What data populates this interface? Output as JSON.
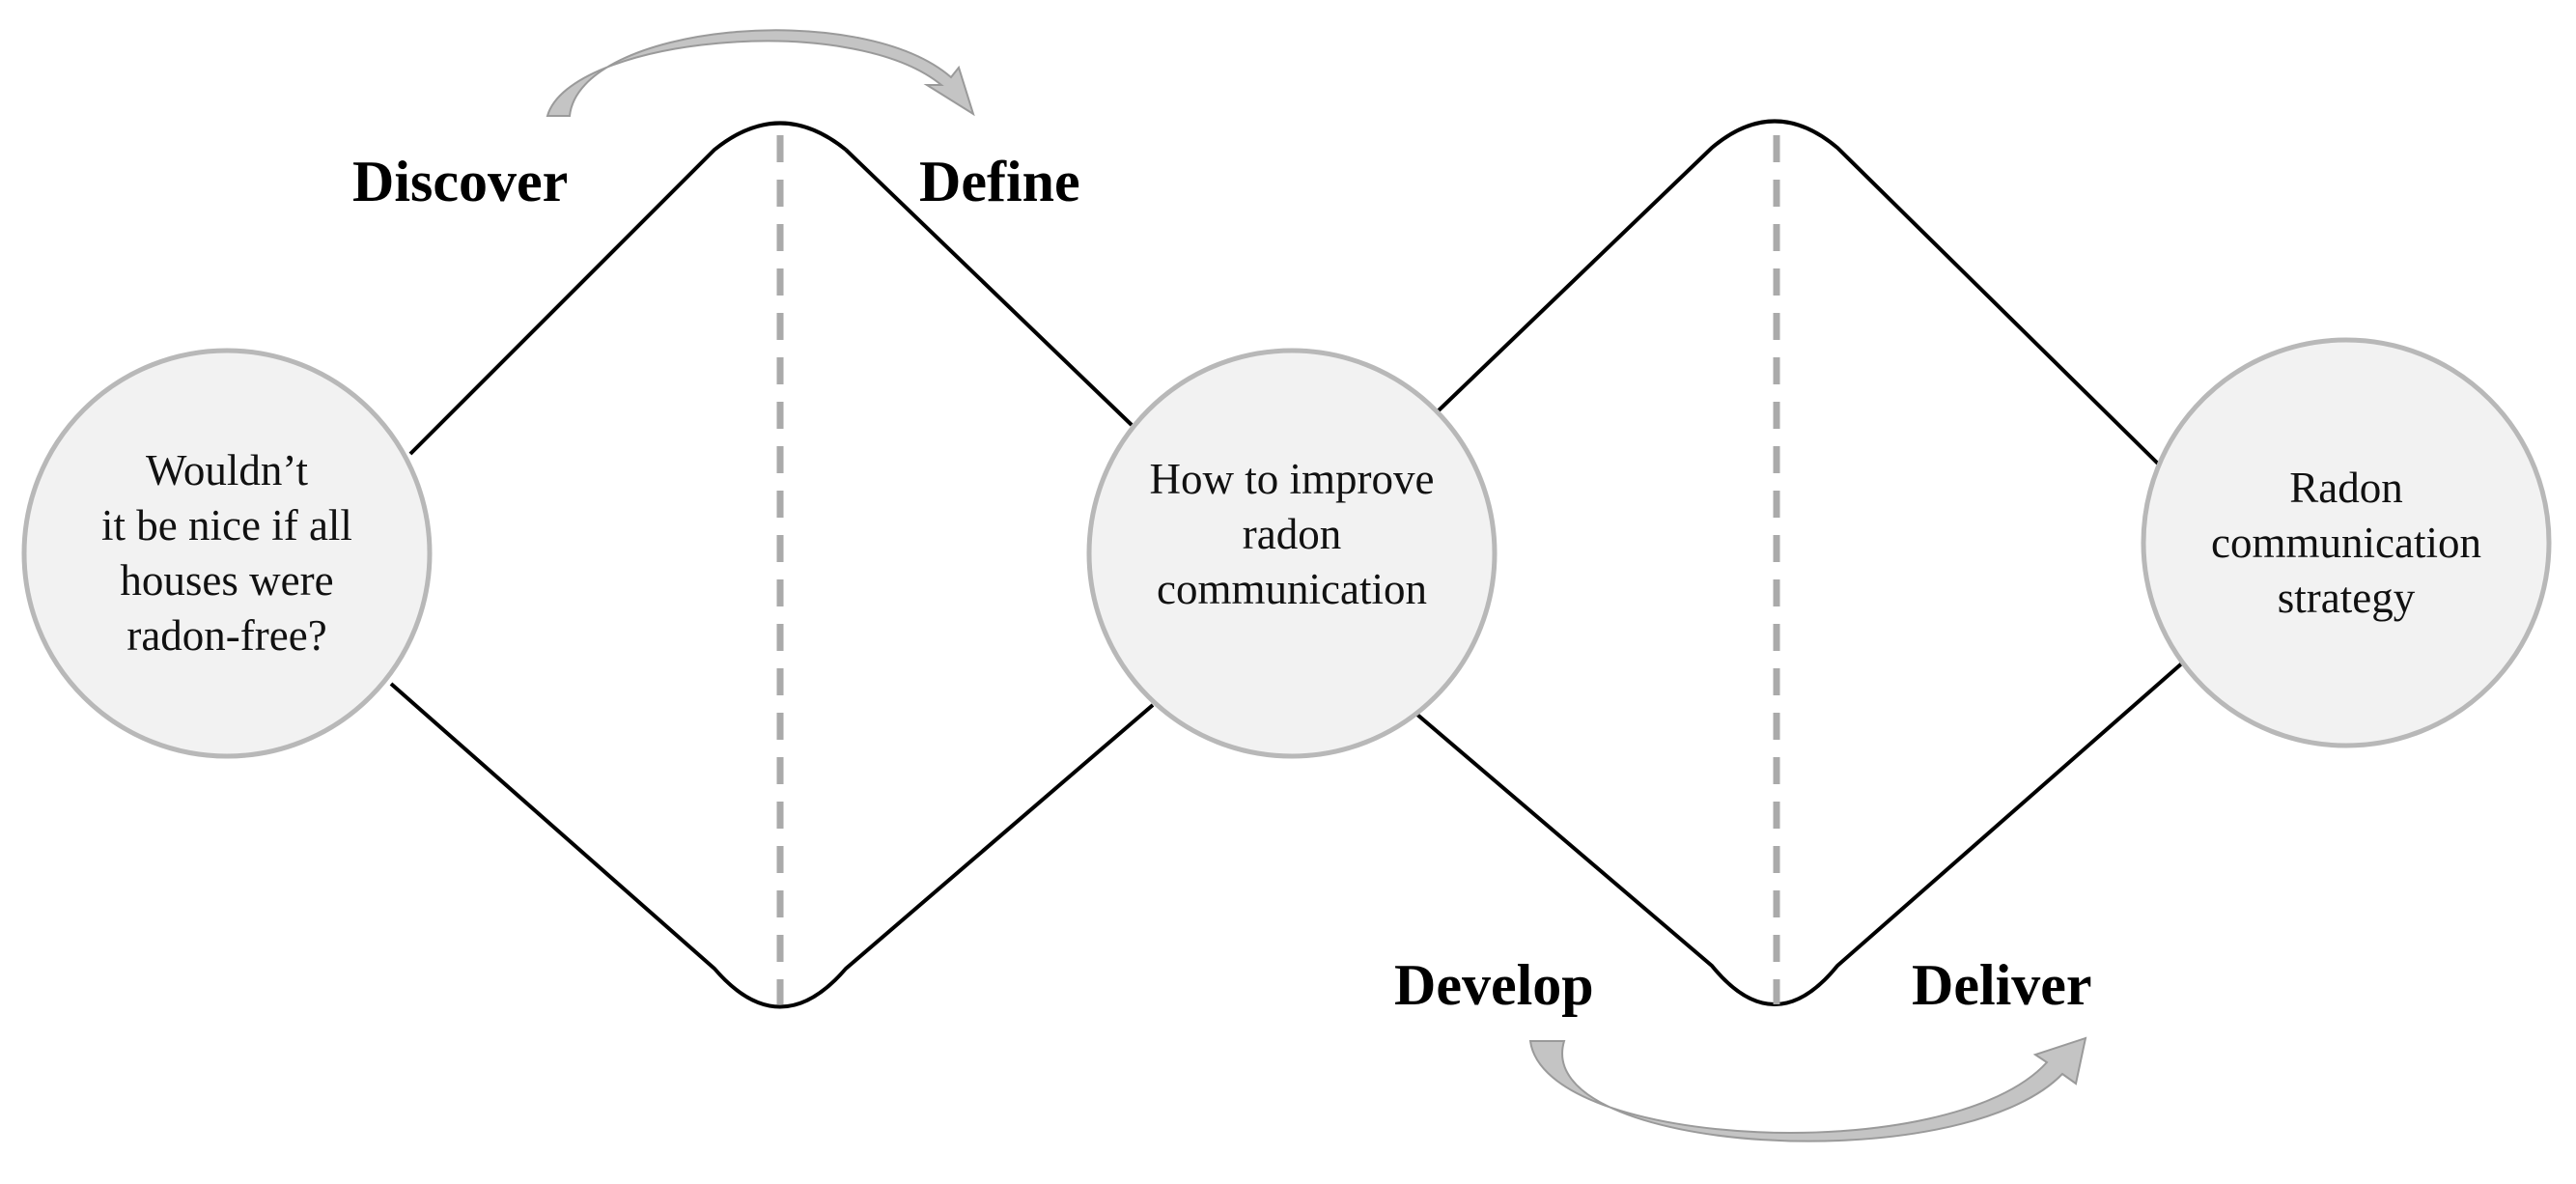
{
  "diagram": {
    "phases": {
      "discover": "Discover",
      "define": "Define",
      "develop": "Develop",
      "deliver": "Deliver"
    },
    "nodes": {
      "start": "Wouldn’t\nit be nice if all\nhouses were\nradon-free?",
      "middle": "How to improve\nradon\ncommunication",
      "end": "Radon\ncommunication\nstrategy"
    },
    "colors": {
      "outline": "#000000",
      "node_fill": "#f2f2f2",
      "node_stroke": "#b8b8b8",
      "divider": "#aaaaaa",
      "arrow_fill": "#c4c4c4",
      "arrow_stroke": "#9a9a9a"
    }
  }
}
